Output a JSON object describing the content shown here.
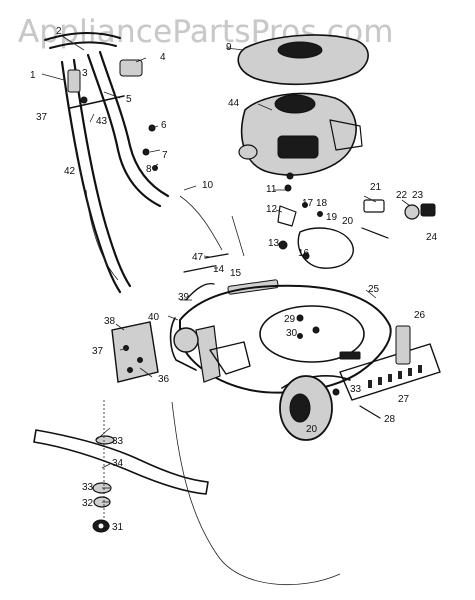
{
  "watermark": "AppliancePartsPros.com",
  "callouts": {
    "c1": "1",
    "c2": "2",
    "c3": "3",
    "c4": "4",
    "c5": "5",
    "c6": "6",
    "c7": "7",
    "c8": "8",
    "c9": "9",
    "c10": "10",
    "c11": "11",
    "c12": "12",
    "c13": "13",
    "c14": "14",
    "c15": "15",
    "c16": "16",
    "c17": "17",
    "c18": "18",
    "c19": "19",
    "c20": "20",
    "c20b": "20",
    "c21": "21",
    "c22": "22",
    "c23": "23",
    "c24": "24",
    "c25": "25",
    "c26": "26",
    "c27": "27",
    "c28": "28",
    "c29": "29",
    "c30": "30",
    "c31": "31",
    "c32": "32",
    "c33a": "33",
    "c33b": "33",
    "c33c": "33",
    "c34": "34",
    "c36": "36",
    "c37a": "37",
    "c37b": "37",
    "c38": "38",
    "c39": "39",
    "c40": "40",
    "c42": "42",
    "c43": "43",
    "c44": "44",
    "c47": "47"
  }
}
